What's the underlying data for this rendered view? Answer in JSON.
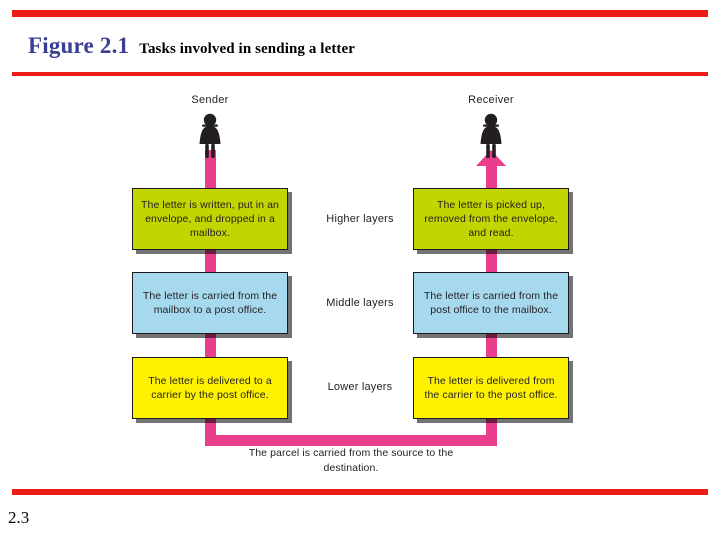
{
  "header": {
    "figure_number": "Figure 2.1",
    "figure_title": "Tasks involved in sending a letter"
  },
  "page_number": "2.3",
  "colors": {
    "rule": "#ed1c16",
    "figure_number": "#3b3f93",
    "flow_arrow": "#e83e8c",
    "higher_layer_box": "#c2d500",
    "middle_layer_box": "#a6d9ee",
    "lower_layer_box": "#fff200"
  },
  "diagram": {
    "actors": [
      {
        "id": "sender",
        "label": "Sender",
        "icon": "person-icon"
      },
      {
        "id": "receiver",
        "label": "Receiver",
        "icon": "person-icon"
      }
    ],
    "layer_labels": [
      "Higher layers",
      "Middle layers",
      "Lower layers"
    ],
    "sender_steps": [
      "The letter is written, put in an envelope, and dropped in a mailbox.",
      "The letter is carried from the mailbox to a post office.",
      "The letter is delivered to a carrier by the post office."
    ],
    "receiver_steps": [
      "The letter is picked up, removed from the envelope, and read.",
      "The letter is carried from the post office to the mailbox.",
      "The letter is delivered from the carrier to the post office."
    ],
    "transmission_caption": "The parcel is carried from the source to the destination."
  }
}
